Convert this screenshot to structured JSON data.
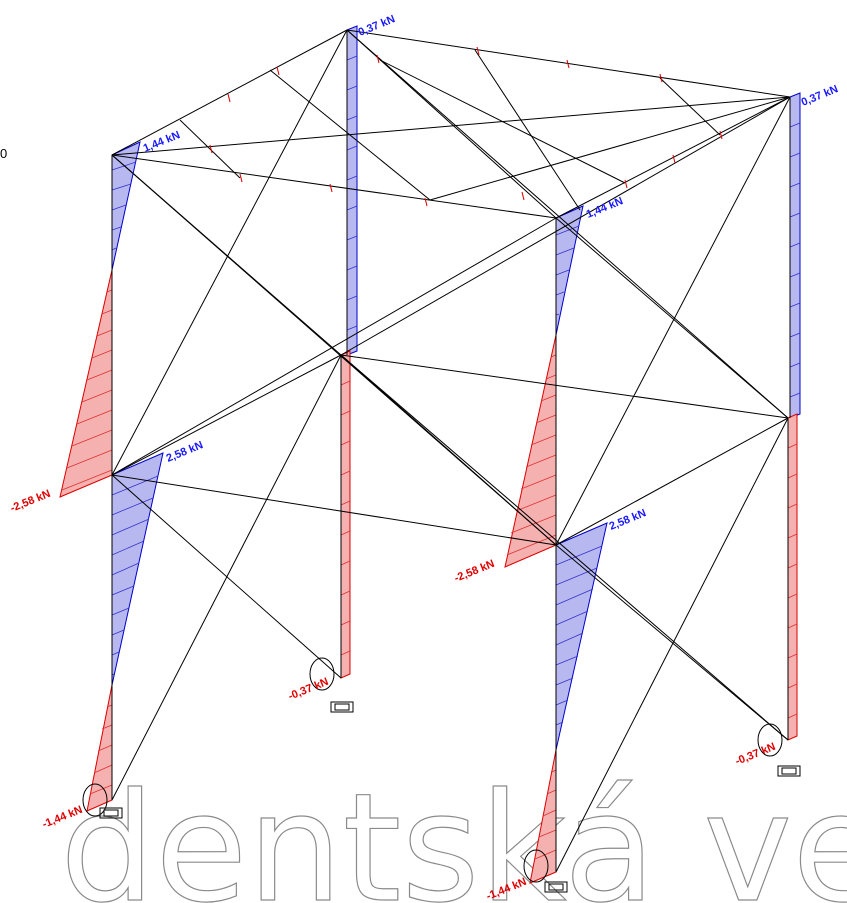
{
  "stray_text": "0",
  "watermark": "dentská ve",
  "colors": {
    "positive_fill": "#b8b8f0",
    "positive_line": "#0000cc",
    "negative_fill": "#f5b0b0",
    "negative_line": "#dd0000",
    "member": "#000000"
  },
  "labels": [
    {
      "id": "top-col2",
      "text": "0,37 kN",
      "sign": "pos"
    },
    {
      "id": "top-col4",
      "text": "0,37 kN",
      "sign": "pos"
    },
    {
      "id": "top-col1",
      "text": "1,44 kN",
      "sign": "pos"
    },
    {
      "id": "top-col3",
      "text": "1,44 kN",
      "sign": "pos"
    },
    {
      "id": "mid-col1-pos",
      "text": "2,58 kN",
      "sign": "pos"
    },
    {
      "id": "mid-col3-pos",
      "text": "2,58 kN",
      "sign": "pos"
    },
    {
      "id": "mid-col1-neg",
      "text": "-2,58 kN",
      "sign": "neg"
    },
    {
      "id": "mid-col3-neg",
      "text": "-2,58 kN",
      "sign": "neg"
    },
    {
      "id": "bot-col2",
      "text": "-0,37 kN",
      "sign": "neg"
    },
    {
      "id": "bot-col4",
      "text": "-0,37 kN",
      "sign": "neg"
    },
    {
      "id": "bot-col1",
      "text": "-1,44 kN",
      "sign": "neg"
    },
    {
      "id": "bot-col3",
      "text": "-1,44 kN",
      "sign": "neg"
    }
  ]
}
